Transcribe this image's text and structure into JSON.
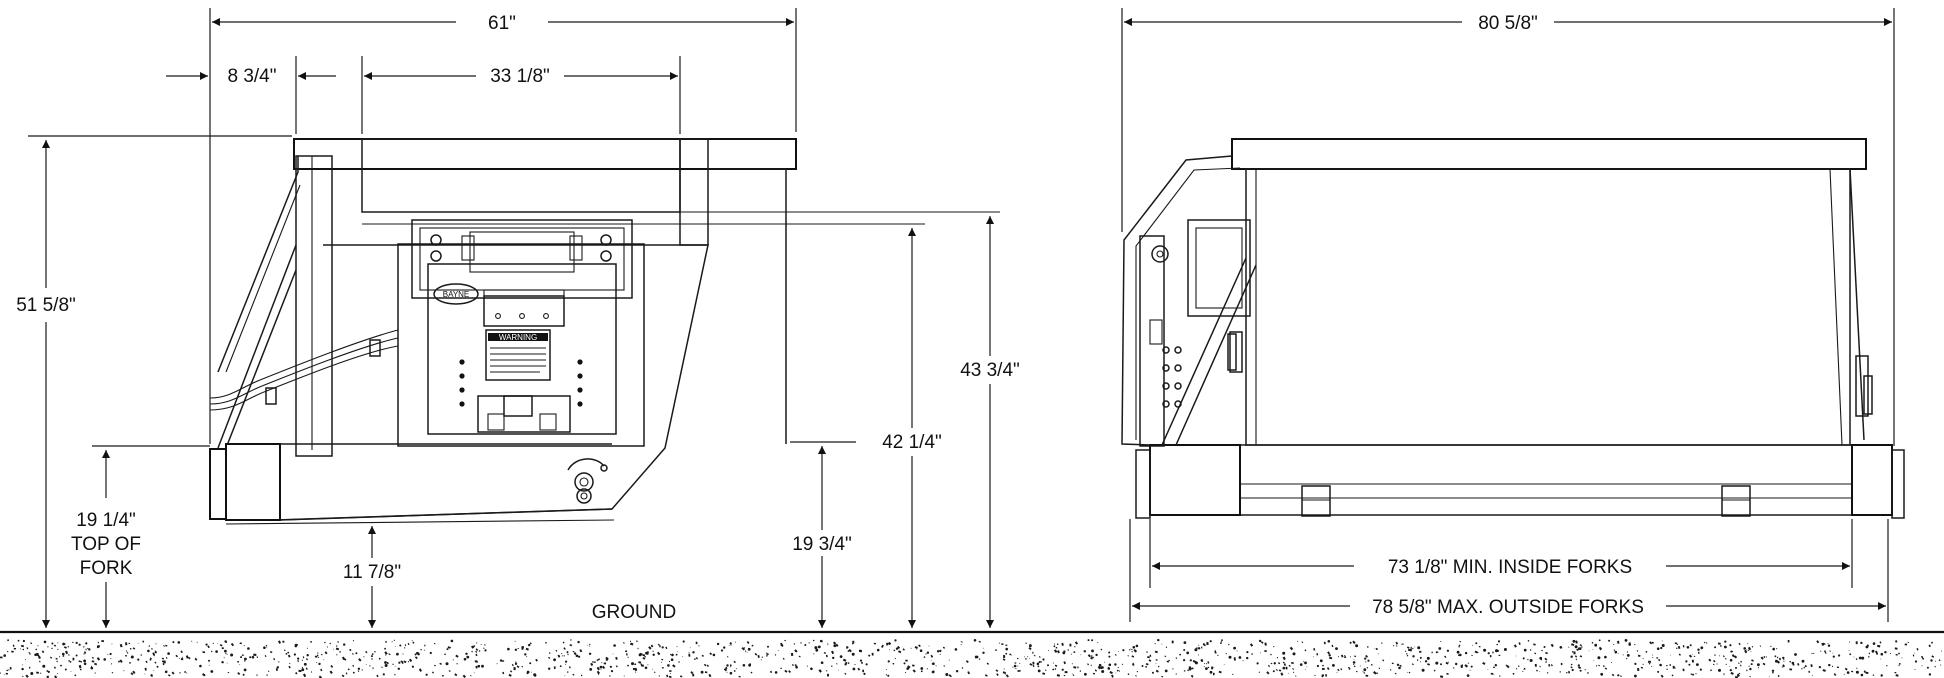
{
  "dimensions": {
    "front_overall_width": "61\"",
    "front_side_offset": "8 3/4\"",
    "front_inner_width": "33 1/8\"",
    "overall_height": "51 5/8\"",
    "top_of_fork_height": "19 1/4\"",
    "top_of_fork_label_line1": "TOP OF",
    "top_of_fork_label_line2": "FORK",
    "fork_bottom_clearance": "11 7/8\"",
    "lower_edge_height": "19 3/4\"",
    "mid_height": "42 1/4\"",
    "upper_height": "43 3/4\"",
    "side_overall_width": "80 5/8\"",
    "min_inside_forks": "73 1/8\" MIN. INSIDE FORKS",
    "max_outside_forks": "78 5/8\" MAX. OUTSIDE FORKS"
  },
  "ground_label": "GROUND",
  "brand_label": "BAYNE",
  "warning_label": "WARNING",
  "icons": [
    "arrowhead",
    "gravel-texture",
    "bolt-hole",
    "hose-coupling"
  ]
}
